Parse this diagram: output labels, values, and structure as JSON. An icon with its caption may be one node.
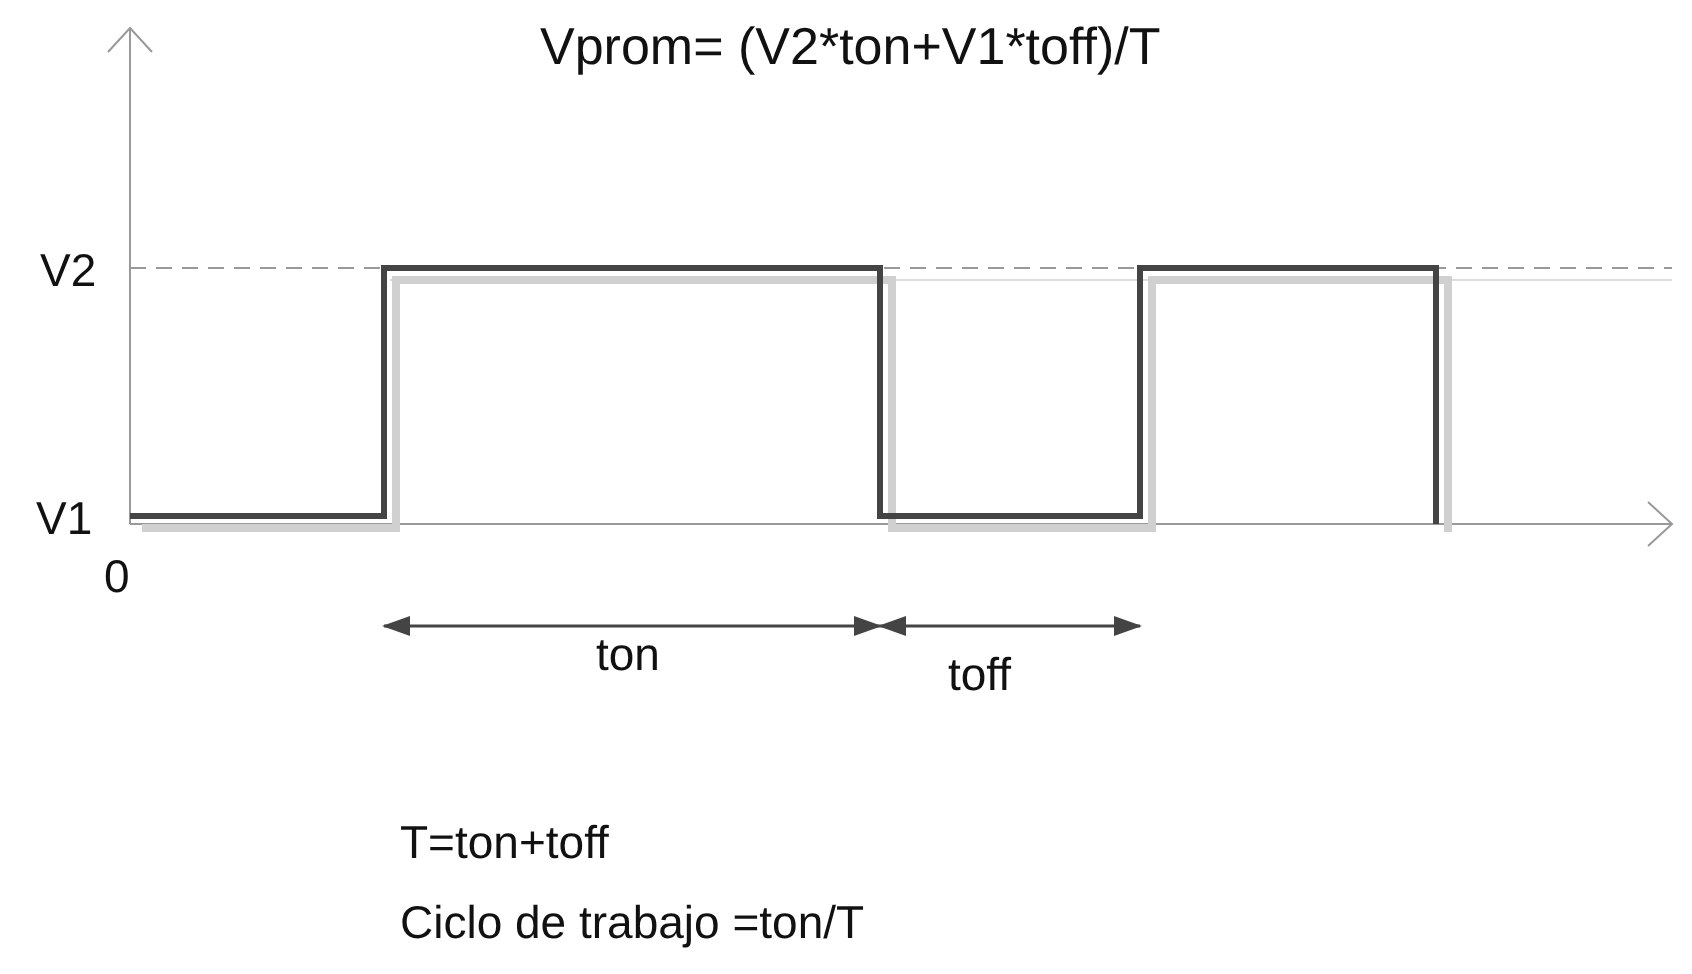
{
  "diagram": {
    "labels": [
      "Vprom= (V2*ton+V1*toff)/T",
      "V2",
      "V1",
      "0",
      "ton",
      "toff",
      "T=ton+toff",
      "Ciclo de trabajo =ton/T"
    ]
  }
}
